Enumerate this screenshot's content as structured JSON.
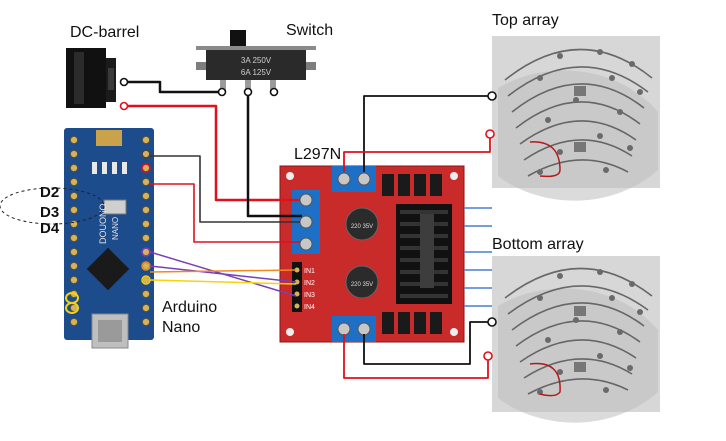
{
  "labels": {
    "dc_barrel": "DC-barrel",
    "switch": "Switch",
    "l297n": "L297N",
    "top_array": "Top array",
    "bottom_array": "Bottom array",
    "arduino_line1": "Arduino",
    "arduino_line2": "Nano",
    "d2": "D2",
    "d3": "D3",
    "d4": "D4"
  },
  "switch_text": {
    "line1": "3A 250V",
    "line2": "6A 125V"
  },
  "driver_text": {
    "in1": "IN1",
    "in2": "IN2",
    "in3": "IN3",
    "in4": "IN4",
    "cap": "220 35V"
  },
  "nano_text": {
    "model": "DOUONO",
    "sub": "NANO"
  },
  "colors": {
    "wire_red": "#e0111b",
    "wire_black": "#111111",
    "wire_purple": "#7a3fb8",
    "wire_orange": "#f08a1c",
    "wire_yellow": "#f2d40f",
    "driver_board": "#c92a2a",
    "terminal_blue": "#1e6fc6",
    "nano_board": "#1d4c8c"
  }
}
